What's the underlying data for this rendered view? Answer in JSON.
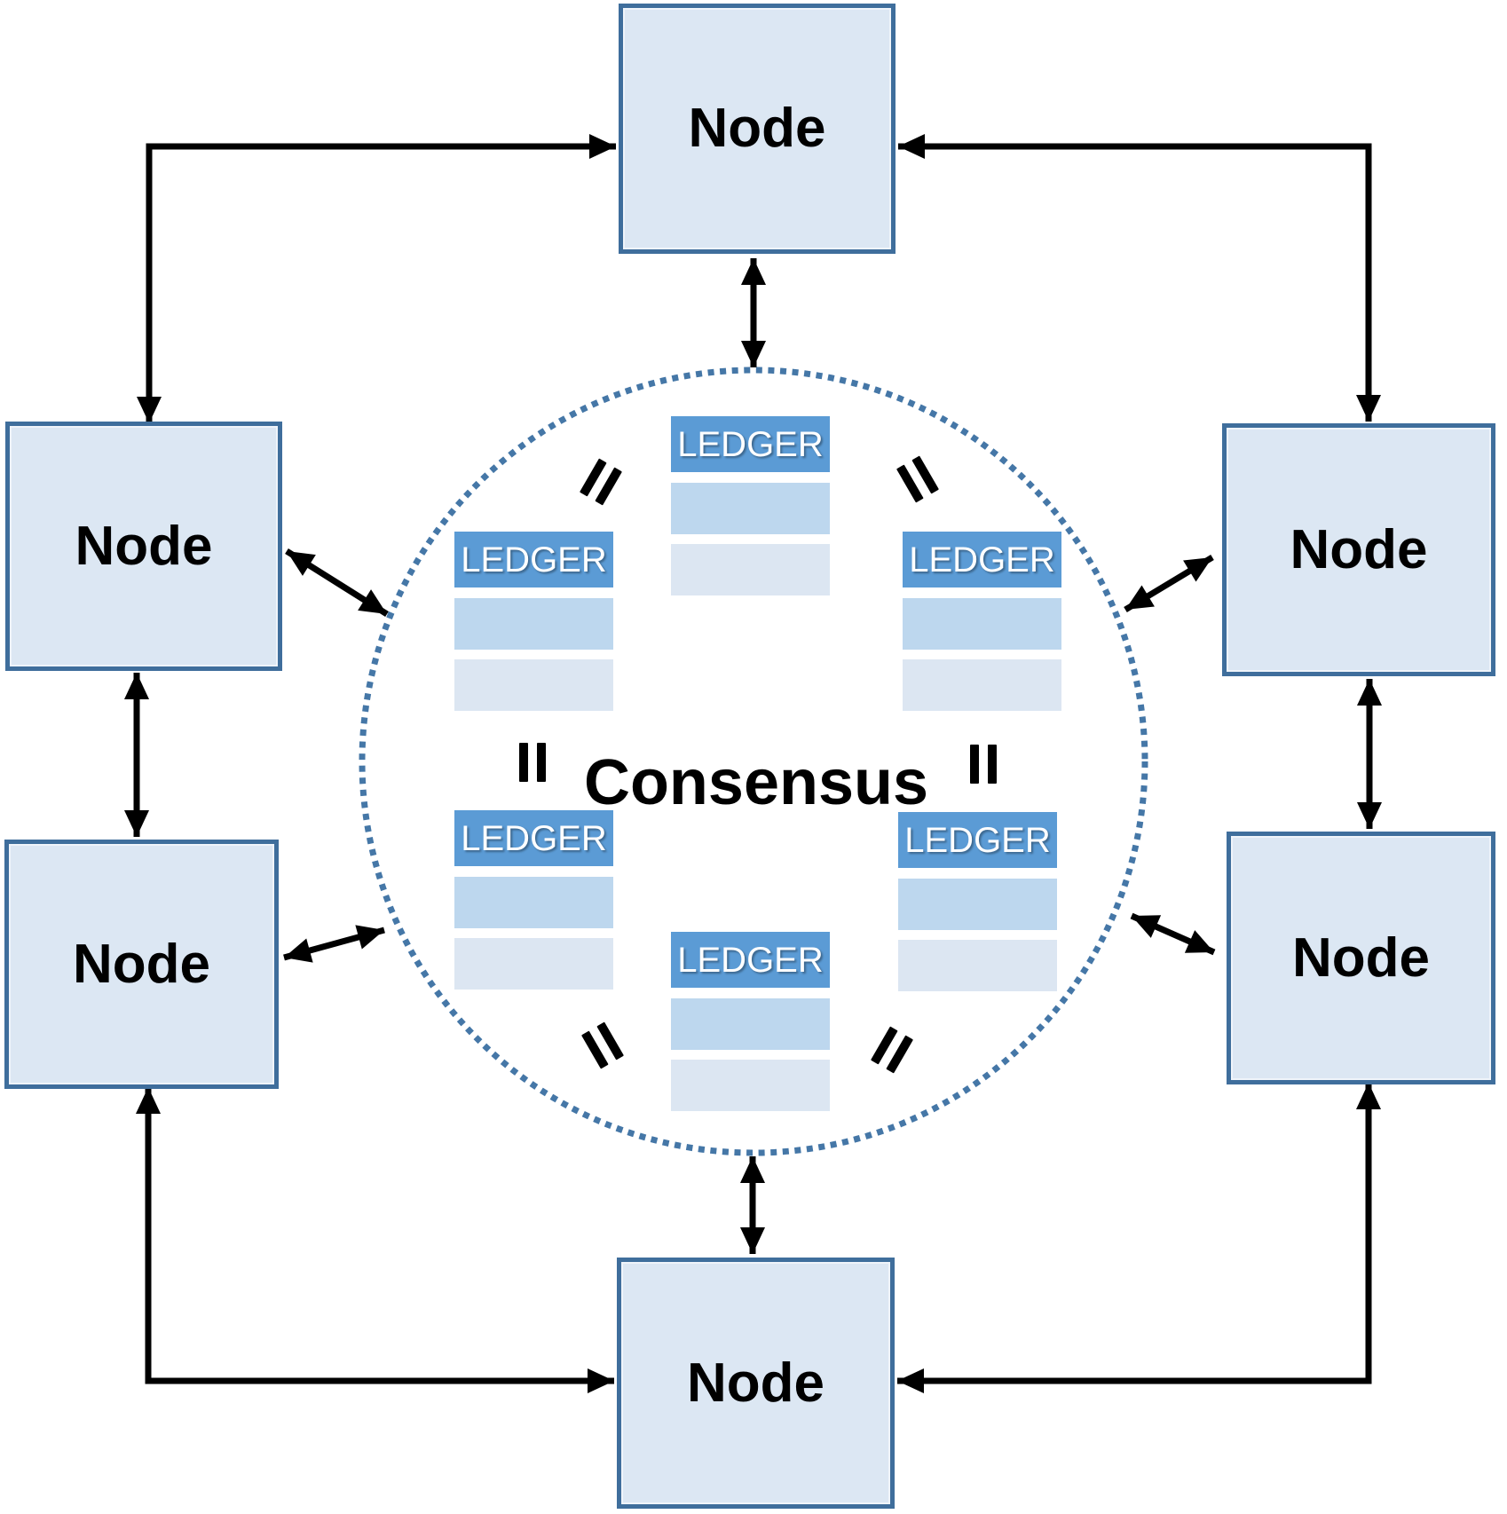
{
  "diagram": {
    "type": "blockchain-consensus-network",
    "consensus": {
      "label": "Consensus"
    },
    "nodes": [
      {
        "id": "top",
        "label": "Node"
      },
      {
        "id": "left-upper",
        "label": "Node"
      },
      {
        "id": "right-upper",
        "label": "Node"
      },
      {
        "id": "left-lower",
        "label": "Node"
      },
      {
        "id": "right-lower",
        "label": "Node"
      },
      {
        "id": "bottom",
        "label": "Node"
      }
    ],
    "ledgers": [
      {
        "id": "top-center",
        "header": "LEDGER",
        "blank_rows": 2
      },
      {
        "id": "upper-left",
        "header": "LEDGER",
        "blank_rows": 2
      },
      {
        "id": "upper-right",
        "header": "LEDGER",
        "blank_rows": 2
      },
      {
        "id": "lower-left",
        "header": "LEDGER",
        "blank_rows": 2
      },
      {
        "id": "lower-right",
        "header": "LEDGER",
        "blank_rows": 2
      },
      {
        "id": "bottom-center",
        "header": "LEDGER",
        "blank_rows": 2
      }
    ],
    "equals_icons": [
      {
        "id": "upper-left",
        "symbol": "="
      },
      {
        "id": "upper-right",
        "symbol": "="
      },
      {
        "id": "middle-left",
        "symbol": "="
      },
      {
        "id": "middle-right",
        "symbol": "="
      },
      {
        "id": "lower-left",
        "symbol": "="
      },
      {
        "id": "lower-right",
        "symbol": "="
      }
    ],
    "connections": [
      "top-node <-> consensus-ring",
      "bottom-node <-> consensus-ring",
      "left-upper-node <-> consensus-ring",
      "right-upper-node <-> consensus-ring",
      "left-lower-node <-> consensus-ring",
      "right-lower-node <-> consensus-ring",
      "left-upper-node <-> left-lower-node",
      "right-upper-node <-> right-lower-node",
      "left-upper-node <-> top-node (elbow)",
      "right-upper-node <-> top-node (elbow)",
      "left-lower-node <-> bottom-node (elbow)",
      "right-lower-node <-> bottom-node (elbow)"
    ]
  },
  "colors": {
    "node_fill": "#dce7f3",
    "node_border": "#3f6e9c",
    "ledger_header": "#5b9bd5",
    "ledger_row_medium": "#bdd7ee",
    "ledger_row_light": "#dce6f2",
    "ring_dot": "#4577a7",
    "arrow": "#000000",
    "text": "#000000"
  }
}
